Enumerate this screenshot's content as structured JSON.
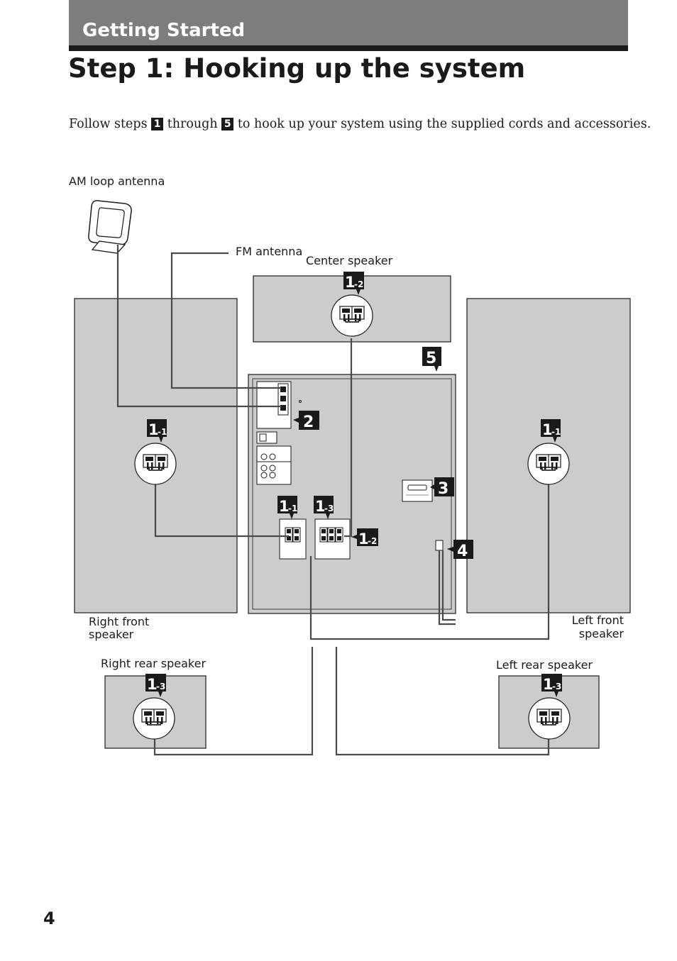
{
  "header": {
    "section_title": "Getting Started",
    "page_title": "Step 1: Hooking up the system"
  },
  "intro": {
    "before": "Follow steps",
    "step_first": "1",
    "middle": "through",
    "step_last": "5",
    "after": "to hook up your system using the supplied cords and accessories."
  },
  "labels": {
    "am_antenna": "AM loop antenna",
    "fm_antenna": "FM antenna",
    "center_speaker": "Center speaker",
    "right_front_line1": "Right front",
    "right_front_line2": "speaker",
    "left_front_line1": "Left front",
    "left_front_line2": "speaker",
    "right_rear": "Right rear speaker",
    "left_rear": "Left rear speaker"
  },
  "callouts": {
    "c_1_1": {
      "main": "1",
      "sub": "-1"
    },
    "c_1_2": {
      "main": "1",
      "sub": "-2"
    },
    "c_1_3": {
      "main": "1",
      "sub": "-3"
    },
    "c_2": "2",
    "c_3": "3",
    "c_4": "4",
    "c_5": "5"
  },
  "page_number": "4",
  "colors": {
    "banner": "#7d7d7d",
    "panel": "#cccccc",
    "ink": "#1a1a1a"
  }
}
